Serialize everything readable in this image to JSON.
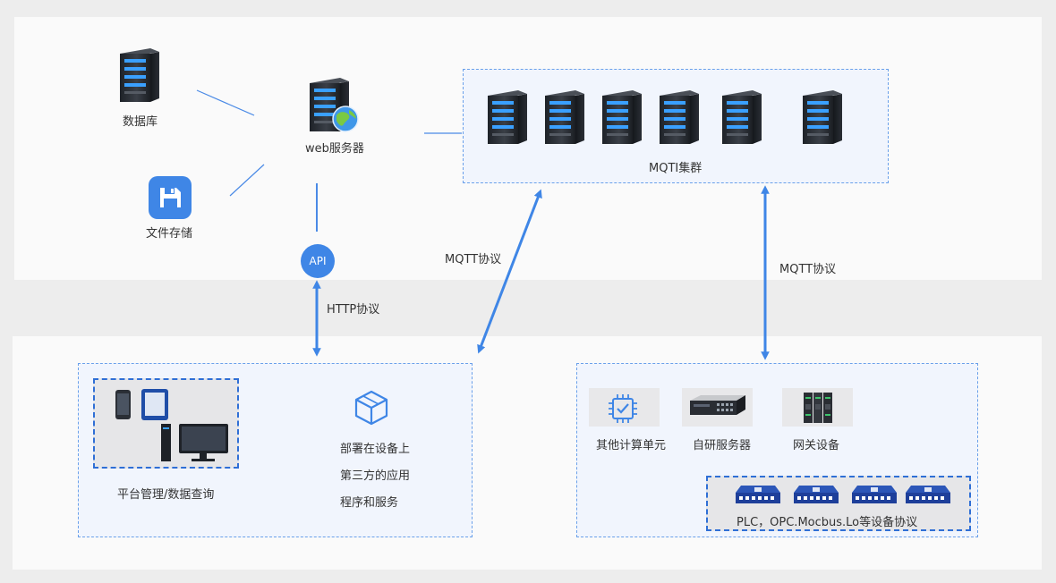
{
  "nodes": {
    "database": "数据库",
    "web_server": "web服务器",
    "file_storage": "文件存储",
    "api": "API",
    "mqtt_cluster": "MQTI集群",
    "platform": "平台管理/数据查询",
    "deploy_line1": "部署在设备上",
    "deploy_line2": "第三方的应用",
    "deploy_line3": "程序和服务",
    "other_compute": "其他计算单元",
    "own_server": "自研服务器",
    "gateway": "网关设备",
    "plc_protocols": "PLC，OPC.Mocbus.Lo等设备协议"
  },
  "edges": {
    "http": "HTTP协议",
    "mqtt_left": "MQTT协议",
    "mqtt_right": "MQTT协议"
  },
  "colors": {
    "accent": "#3f86e6",
    "dashed_border": "#6aa0ea",
    "server_body": "#2b2f36",
    "server_led": "#3aa0ff"
  }
}
